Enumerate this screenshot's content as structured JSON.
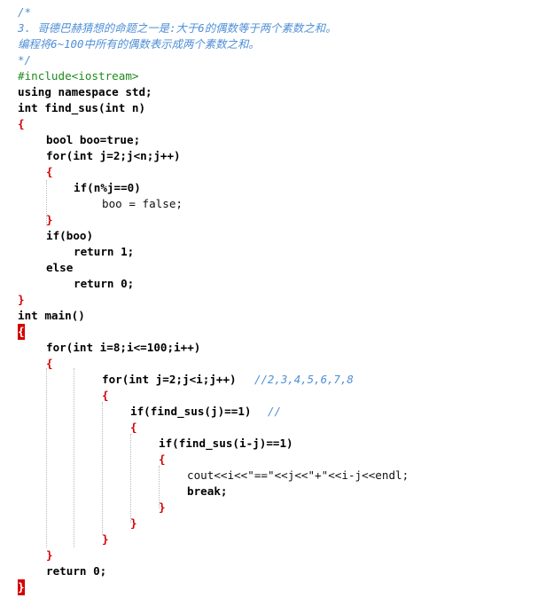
{
  "code": {
    "comment_open": "/*",
    "comment_line1": "3. 哥德巴赫猜想的命题之一是:大于6的偶数等于两个素数之和。",
    "comment_line2": "编程将6~100中所有的偶数表示成两个素数之和。",
    "comment_close": "*/",
    "include": "#include<iostream>",
    "using": "using namespace std;",
    "func_sig": "int find_sus(int n)",
    "bool_line": "bool boo=true;",
    "for_j_line": "for(int j=2;j<n;j++)",
    "if_mod_line": "if(n%j==0)",
    "boo_false_line": "boo = false;",
    "if_boo_line": "if(boo)",
    "return1_line": "return 1;",
    "else_line": "else",
    "return0_line": "return 0;",
    "main_sig": "int main()",
    "for_i_line": "for(int i=8;i<=100;i++)",
    "for_j2_code": "for(int j=2;j<i;j++)",
    "for_j2_comment": "//2,3,4,5,6,7,8",
    "if_find_j_code": "if(find_sus(j)==1)",
    "if_find_j_comment": "//",
    "if_find_ij_line": "if(find_sus(i-j)==1)",
    "cout_line": "cout<<i<<\"==\"<<j<<\"+\"<<i-j<<endl;",
    "break_line": "break;",
    "main_return_line": "return 0;",
    "brace_open": "{",
    "brace_close": "}"
  }
}
